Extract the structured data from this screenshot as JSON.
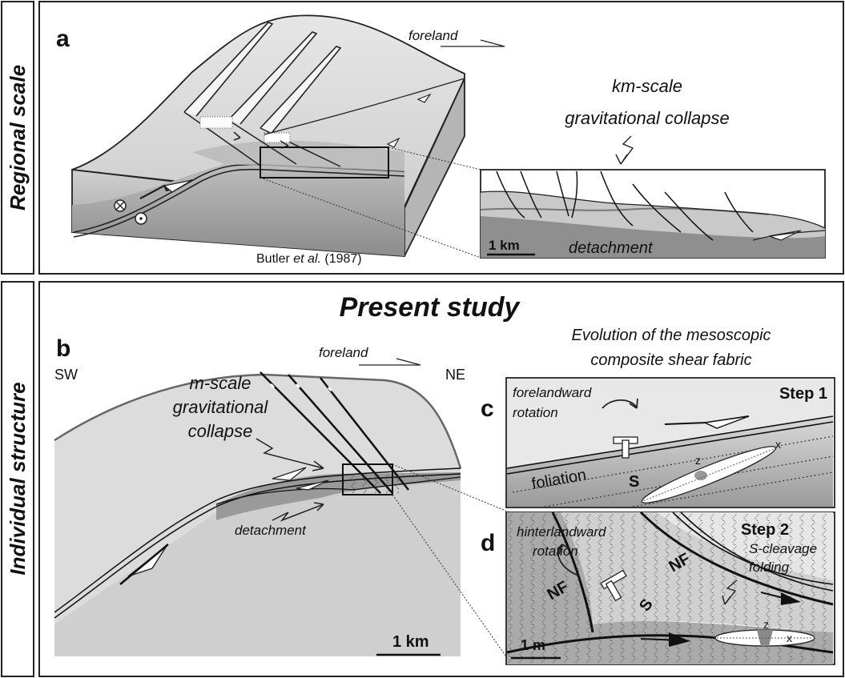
{
  "side_labels": {
    "top": "Regional scale",
    "bottom": "Individual structure"
  },
  "panel_a": {
    "letter": "a",
    "foreland": "foreland",
    "collapse_line1": "km-scale",
    "collapse_line2": "gravitational collapse",
    "scale": "1 km",
    "detachment": "detachment",
    "citation_pre": "Butler ",
    "citation_it": "et al.",
    "citation_post": " (1987)"
  },
  "header": {
    "title": "Present study"
  },
  "panel_b": {
    "letter": "b",
    "sw": "SW",
    "ne": "NE",
    "foreland": "foreland",
    "collapse_line1": "m-scale",
    "collapse_line2": "gravitational",
    "collapse_line3": "collapse",
    "detachment": "detachment",
    "scale": "1 km"
  },
  "evolution": {
    "line1": "Evolution of the mesoscopic",
    "line2": "composite shear fabric"
  },
  "panel_c": {
    "letter": "c",
    "step": "Step 1",
    "rot_line1": "forelandward",
    "rot_line2": "rotation",
    "foliation": "foliation",
    "s": "S",
    "z": "z",
    "x": "x"
  },
  "panel_d": {
    "letter": "d",
    "step": "Step 2",
    "rot_line1": "hinterlandward",
    "rot_line2": "rotation",
    "fold_line1": "S-cleavage",
    "fold_line2": "folding",
    "nf": "NF",
    "s": "S",
    "z": "z",
    "x": "x",
    "scale": "1 m"
  }
}
